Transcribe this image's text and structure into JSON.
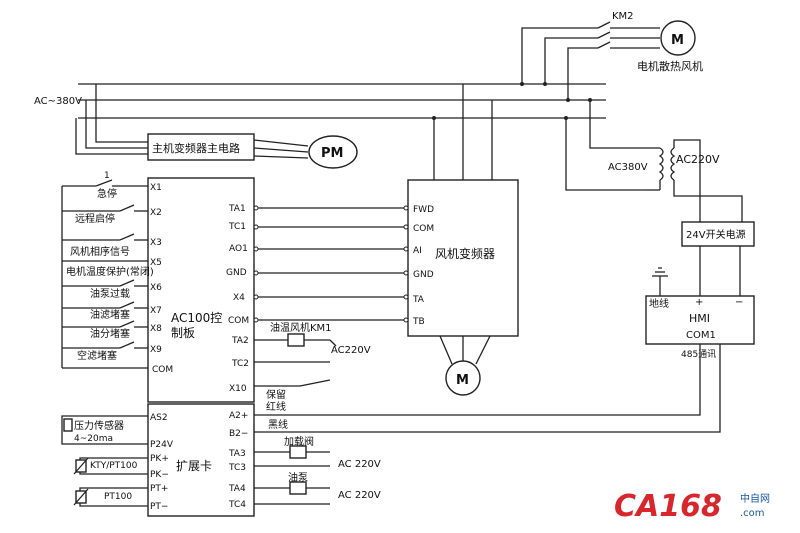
{
  "supply": {
    "ac380": "AC~380V"
  },
  "fan": {
    "contactor": "KM2",
    "motor_symbol": "M",
    "label": "电机散热风机"
  },
  "main_inverter": {
    "label": "主机变频器主电路",
    "pm": "PM"
  },
  "control_board": {
    "label_line1": "AC100控",
    "label_line2": "制板",
    "inputs": [
      {
        "pin": "X1",
        "signal": "急停",
        "sym": "1"
      },
      {
        "pin": "X2",
        "signal": "远程启停"
      },
      {
        "pin": "X3",
        "signal": "风机相序信号"
      },
      {
        "pin": "X5",
        "signal": "电机温度保护(常闭)"
      },
      {
        "pin": "X6",
        "signal": "油泵过载"
      },
      {
        "pin": "X7",
        "signal": "油滤堵塞"
      },
      {
        "pin": "X8",
        "signal": "油分堵塞"
      },
      {
        "pin": "X9",
        "signal": "空滤堵塞"
      },
      {
        "pin": "COM",
        "signal": ""
      }
    ],
    "outputs": [
      "TA1",
      "TC1",
      "AO1",
      "GND",
      "X4",
      "COM",
      "TA2",
      "TC2",
      "X10"
    ]
  },
  "fan_inverter": {
    "label": "风机变频器",
    "pins": [
      "FWD",
      "COM",
      "AI",
      "GND",
      "TA",
      "TB"
    ],
    "motor_symbol": "M"
  },
  "oil_fan": {
    "label": "油温风机KM1",
    "voltage": "AC220V"
  },
  "reserve": {
    "label": "保留"
  },
  "transformer": {
    "primary": "AC380V",
    "secondary": "AC220V"
  },
  "psu": {
    "label": "24V开关电源"
  },
  "hmi": {
    "ground": "地线",
    "plus": "+",
    "minus": "−",
    "title": "HMI",
    "port": "COM1",
    "comm": "485通讯"
  },
  "expansion": {
    "label": "扩展卡",
    "left_pins": [
      "AS2",
      "P24V",
      "PK+",
      "PK−",
      "PT+",
      "PT−"
    ],
    "right_pins": [
      "A2+",
      "B2−",
      "TA3",
      "TC3",
      "TA4",
      "TC4"
    ]
  },
  "sensors": {
    "pressure_line1": "压力传感器",
    "pressure_line2": "4~20ma",
    "kty": "KTY/PT100",
    "pt100": "PT100"
  },
  "wires": {
    "red": "红线",
    "black": "黑线"
  },
  "load_valve": {
    "label": "加载阀",
    "voltage": "AC 220V"
  },
  "oil_pump": {
    "label": "油泵",
    "voltage": "AC 220V"
  },
  "brand": {
    "logo": "CA168",
    "cn": "中自网",
    "domain": ".com"
  },
  "colors": {
    "line": "#222222",
    "brand_red": "#d7262c",
    "brand_blue": "#1a57a8"
  }
}
